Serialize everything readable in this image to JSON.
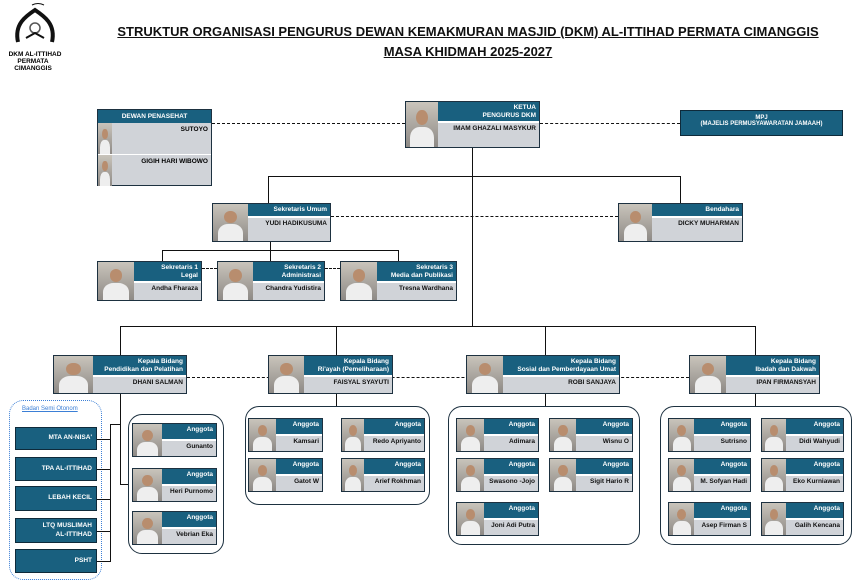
{
  "logo": {
    "line1": "DKM AL-ITTIHAD",
    "line2": "PERMATA CIMANGGIS"
  },
  "title": {
    "line1": "STRUKTUR ORGANISASI PENGURUS DEWAN KEMAKMURAN MASJID (DKM) AL-ITTIHAD PERMATA CIMANGGIS",
    "line2": "MASA KHIDMAH 2025-2027"
  },
  "ketua": {
    "role": "KETUA\nPENGURUS DKM",
    "name": "IMAM GHAZALI MASYKUR"
  },
  "dewan_penasehat": {
    "title": "DEWAN PENASEHAT",
    "members": [
      "SUTOYO",
      "GIGIH HARI WIBOWO"
    ]
  },
  "mpj": {
    "line1": "MPJ",
    "line2": "(MAJELIS PERMUSYAWARATAN JAMAAH)"
  },
  "sekretaris_umum": {
    "role": "Sekretaris Umum",
    "name": "YUDI HADIKUSUMA"
  },
  "bendahara": {
    "role": "Bendahara",
    "name": "DICKY MUHARMAN"
  },
  "sekretaris": [
    {
      "role": "Sekretaris 1\nLegal",
      "name": "Andha Fharaza"
    },
    {
      "role": "Sekretaris 2\nAdministrasi",
      "name": "Chandra Yudistira"
    },
    {
      "role": "Sekretaris 3\nMedia dan Publikasi",
      "name": "Tresna Wardhana"
    }
  ],
  "kepala_bidang": [
    {
      "role": "Kepala Bidang\nPendidikan dan Pelatihan",
      "name": "DHANI SALMAN"
    },
    {
      "role": "Kepala Bidang\nRi'ayah (Pemeliharaan)",
      "name": "FAISYAL SYAYUTI"
    },
    {
      "role": "Kepala Bidang\nSosial dan Pemberdayaan Umat",
      "name": "ROBI SANJAYA"
    },
    {
      "role": "Kepala Bidang\nIbadah dan Dakwah",
      "name": "IPAN FIRMANSYAH"
    }
  ],
  "anggota_label": "Anggota",
  "anggota": [
    [
      "Gunanto",
      "Heri Purnomo",
      "Vebrian Eka"
    ],
    [
      "Kamsari",
      "Redo Apriyanto",
      "Gatot W",
      "Arief Rokhman"
    ],
    [
      "Adimara",
      "Wisnu O",
      "Swasono -Jojo",
      "Sigit Hario R",
      "Joni Adi Putra"
    ],
    [
      "Sutrisno",
      "Didi Wahyudi",
      "M. Sofyan Hadi",
      "Eko Kurniawan",
      "Asep Firman S",
      "Galih Kencana"
    ]
  ],
  "badan_semi_otonom": {
    "title": "Badan Semi Otonom",
    "units": [
      "MTA AN-NISA'",
      "TPA AL-ITTIHAD",
      "LEBAH KECIL",
      "LTQ MUSLIMAH\nAL-ITTIHAD",
      "PSHT"
    ]
  },
  "colors": {
    "card_header": "#19607f",
    "card_name": "#d0d3d8",
    "bso_border": "#3b7fd6"
  }
}
